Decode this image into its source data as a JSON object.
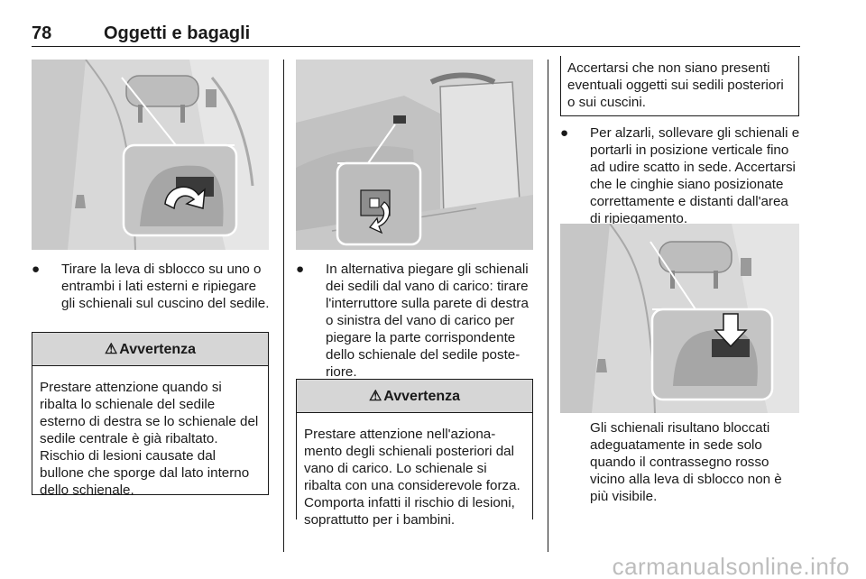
{
  "header": {
    "page_number": "78",
    "title": "Oggetti e bagagli"
  },
  "col1": {
    "bullet_marker": "●",
    "bullet_text": "Tirare la leva di sblocco su uno o entrambi i lati esterni e ripiegare gli schienali sul cuscino del sedile.",
    "warning": {
      "icon": "⚠",
      "title": "Avvertenza",
      "body": "Prestare attenzione quando si ribalta lo schienale del sedile esterno di destra se lo schienale del sedile centrale è già ribaltato. Rischio di lesioni causate dal bullone che sporge dal lato interno dello schienale."
    }
  },
  "col2": {
    "bullet_marker": "●",
    "bullet_text": "In alternativa piegare gli schienali dei sedili dal vano di carico: tirare l'interruttore sulla parete di destra o sinistra del vano di carico per piegare la parte corrispondente dello schienale del sedile poste­riore.",
    "warning": {
      "icon": "⚠",
      "title": "Avvertenza",
      "body": "Prestare attenzione nell'aziona­mento degli schienali posteriori dal vano di carico. Lo schienale si ribalta con una considerevole forza. Comporta infatti il rischio di lesioni, soprattutto per i bambini."
    }
  },
  "col3": {
    "note": "Accertarsi che non siano presenti eventuali oggetti sui sedili poste­riori o sui cuscini.",
    "bullet_marker": "●",
    "bullet_text": "Per alzarli, sollevare gli schienali e portarli in posizione verticale fino ad udire scatto in sede. Accertarsi che le cinghie siano posizionate correttamente e distanti dall'area di ripiegamento.",
    "caption": "Gli schienali risultano bloccati adeguatamente in sede solo quando il contrassegno rosso vicino alla leva di sblocco non è più visibile."
  },
  "watermark": "carmanualsonline.info"
}
